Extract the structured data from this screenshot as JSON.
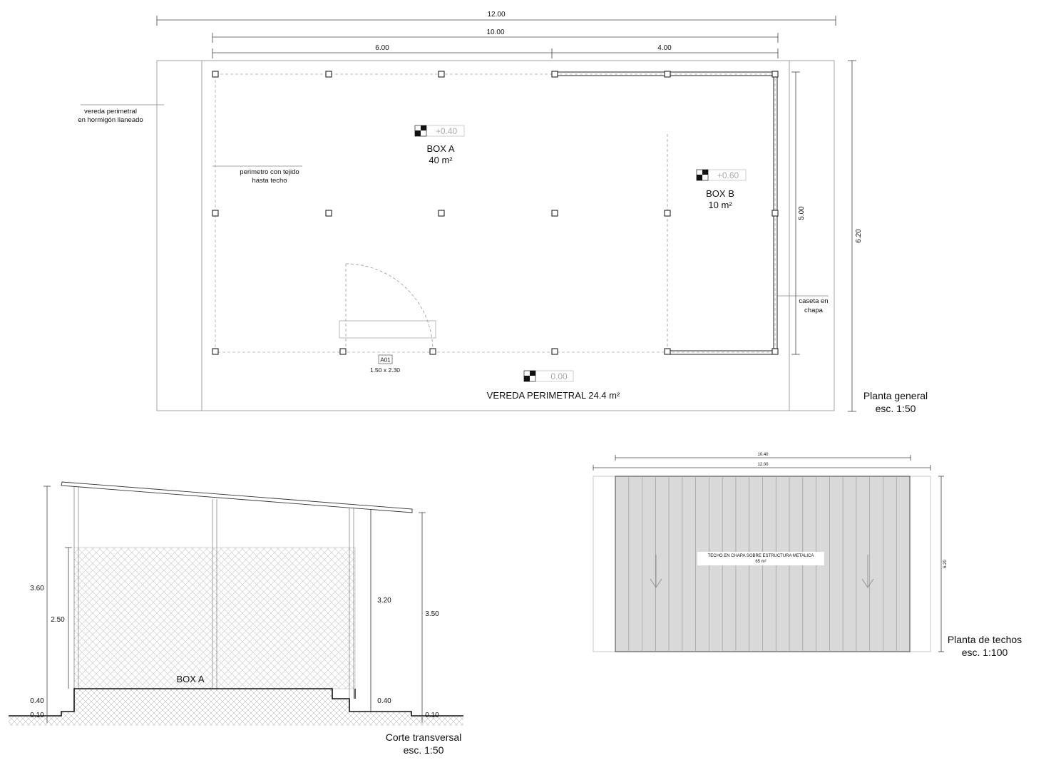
{
  "plan": {
    "dim_total": "12.00",
    "dim_inner": "10.00",
    "dim_left": "6.00",
    "dim_right": "4.00",
    "dim_depth": "5.00",
    "dim_outer_depth": "6.20",
    "vereda_label_1": "vereda perimetral",
    "vereda_label_2": "en hormigón llaneado",
    "perimetro_label_1": "perimetro con tejido",
    "perimetro_label_2": "hasta techo",
    "caseta_label_1": "caseta en",
    "caseta_label_2": "chapa",
    "box_a_level": "+0.40",
    "box_a_name": "BOX A",
    "box_a_area": "40 m²",
    "box_b_level": "+0.60",
    "box_b_name": "BOX B",
    "box_b_area": "10 m²",
    "door_tag": "A01",
    "door_size": "1.50 x 2.30",
    "vereda_level": "0.00",
    "vereda_title": "VEREDA PERIMETRAL 24.4 m²",
    "title_1": "Planta general",
    "title_2": "esc. 1:50"
  },
  "section": {
    "dim_360": "3.60",
    "dim_250": "2.50",
    "dim_320": "3.20",
    "dim_350": "3.50",
    "dim_040_left": "0.40",
    "dim_010_left": "0.10",
    "dim_040_right": "0.40",
    "dim_010_right": "0.10",
    "box_label": "BOX A",
    "title_1": "Corte transversal",
    "title_2": "esc. 1:50"
  },
  "roof": {
    "dim_1040": "10.40",
    "dim_1200": "12.00",
    "dim_620": "6.20",
    "label_1": "TECHO EN CHAPA SOBRE ESTRUCTURA METALICA",
    "label_2": "65 m²",
    "title_1": "Planta de techos",
    "title_2": "esc. 1:100",
    "roof_fill": "#d9d9d9"
  }
}
